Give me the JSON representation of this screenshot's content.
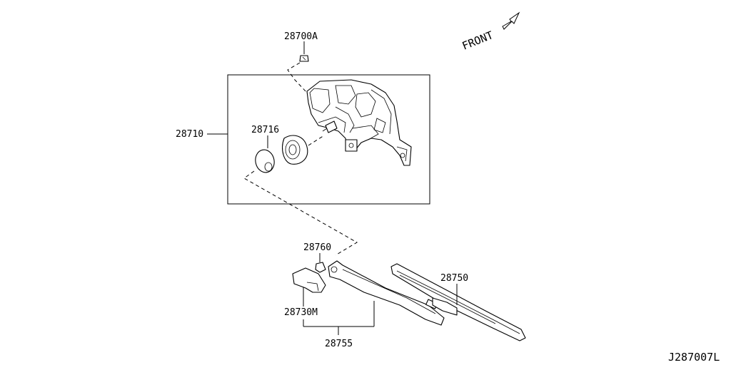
{
  "diagram": {
    "front_label": "FRONT",
    "figure_id": "J287007L",
    "parts": [
      {
        "id": "28700A"
      },
      {
        "id": "28710"
      },
      {
        "id": "28716"
      },
      {
        "id": "28760"
      },
      {
        "id": "28730M"
      },
      {
        "id": "28755"
      },
      {
        "id": "28750"
      }
    ]
  }
}
